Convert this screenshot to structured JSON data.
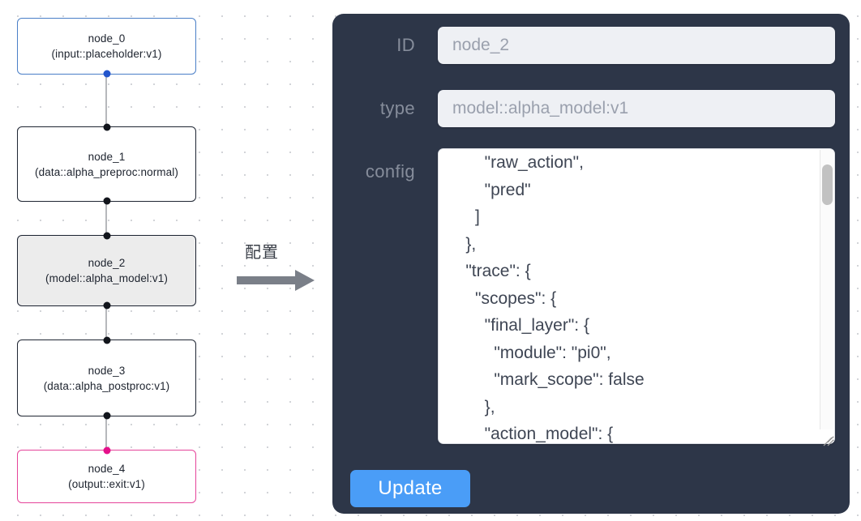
{
  "canvas": {
    "background_color": "#ffffff",
    "dot_color": "#d2d4d8",
    "nodes": [
      {
        "id": "node_0",
        "line1": "node_0",
        "line2": "(input::placeholder:v1)",
        "border_color": "#4a7fc7",
        "fill_color": "#ffffff",
        "selected": false
      },
      {
        "id": "node_1",
        "line1": "node_1",
        "line2": "(data::alpha_preproc:normal)",
        "border_color": "#1f2633",
        "fill_color": "#ffffff",
        "selected": false
      },
      {
        "id": "node_2",
        "line1": "node_2",
        "line2": "(model::alpha_model:v1)",
        "border_color": "#1b2230",
        "fill_color": "#ececec",
        "selected": true
      },
      {
        "id": "node_3",
        "line1": "node_3",
        "line2": "(data::alpha_postproc:v1)",
        "border_color": "#1f2633",
        "fill_color": "#ffffff",
        "selected": false
      },
      {
        "id": "node_4",
        "line1": "node_4",
        "line2": "(output::exit:v1)",
        "border_color": "#e5449a",
        "fill_color": "#ffffff",
        "selected": false
      }
    ],
    "edge_color": "#b6b8bc"
  },
  "arrow": {
    "label": "配置",
    "color": "#7a7f88",
    "icon": "right-arrow-icon"
  },
  "panel": {
    "background_color": "#2d3648",
    "accent_color": "#4a9df7",
    "label_color": "#868d9b",
    "fields": {
      "id": {
        "label": "ID",
        "value": "node_2"
      },
      "type": {
        "label": "type",
        "value": "model::alpha_model:v1"
      },
      "config": {
        "label": "config",
        "value": "        \"raw_action\",\n        \"pred\"\n      ]\n    },\n    \"trace\": {\n      \"scopes\": {\n        \"final_layer\": {\n          \"module\": \"pi0\",\n          \"mark_scope\": false\n        },\n        \"action_model\": {"
      }
    },
    "update_button": {
      "label": "Update"
    },
    "scrollbar": {
      "thumb_color": "#c2c2c2"
    }
  }
}
